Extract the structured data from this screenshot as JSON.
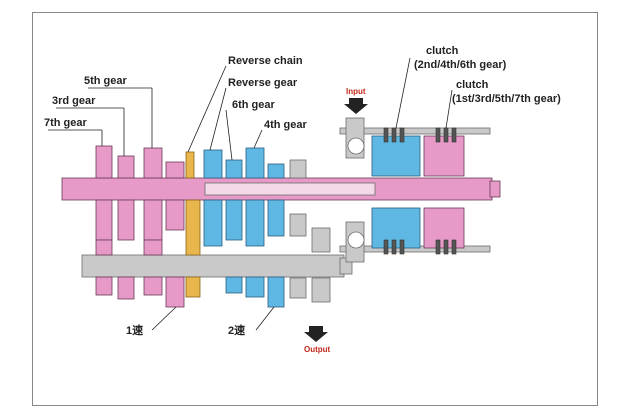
{
  "labels": {
    "reverse_chain": "Reverse chain",
    "reverse_gear": "Reverse gear",
    "fifth_gear": "5th gear",
    "third_gear": "3rd gear",
    "seventh_gear": "7th gear",
    "sixth_gear": "6th gear",
    "fourth_gear": "4th gear",
    "clutch_even_title": "clutch",
    "clutch_even_detail": "(2nd/4th/6th gear)",
    "clutch_odd_title": "clutch",
    "clutch_odd_detail": "(1st/3rd/5th/7th gear)",
    "first_speed": "1速",
    "second_speed": "2速",
    "input": "Input",
    "output": "Output"
  },
  "colors": {
    "odd_gear_group": "#e79ac7",
    "even_gear_group": "#5fb8e3",
    "reverse_chain": "#e8b64c",
    "housing": "#c9c9c9",
    "arrow_label": "#c0281c"
  }
}
